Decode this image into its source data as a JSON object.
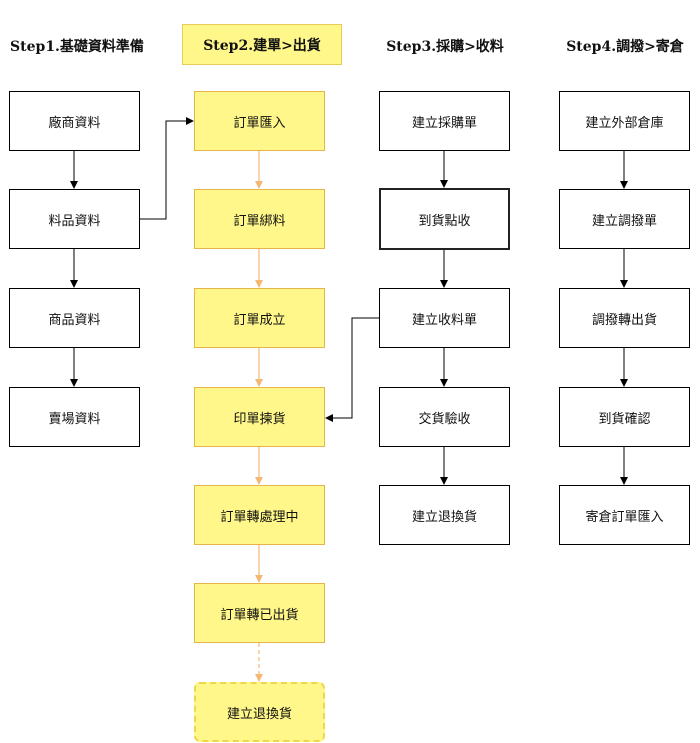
{
  "steps": [
    {
      "title": "Step1.基礎資料準備",
      "nodes": [
        "廠商資料",
        "料品資料",
        "商品資料",
        "賣場資料"
      ]
    },
    {
      "title": "Step2.建單>出貨",
      "nodes": [
        "訂單匯入",
        "訂單綁料",
        "訂單成立",
        "印單揀貨",
        "訂單轉處理中",
        "訂單轉已出貨",
        "建立退換貨"
      ]
    },
    {
      "title": "Step3.採購>收料",
      "nodes": [
        "建立採購單",
        "到貨點收",
        "建立收料單",
        "交貨驗收",
        "建立退換貨"
      ]
    },
    {
      "title": "Step4.調撥>寄倉",
      "nodes": [
        "建立外部倉庫",
        "建立調撥單",
        "調撥轉出貨",
        "到貨確認",
        "寄倉訂單匯入"
      ]
    }
  ],
  "colors": {
    "highlight_fill": "#fff78a",
    "highlight_border": "#e6b54a",
    "flow_arrow_highlight": "#f5b874",
    "flow_arrow_default": "#000000"
  }
}
